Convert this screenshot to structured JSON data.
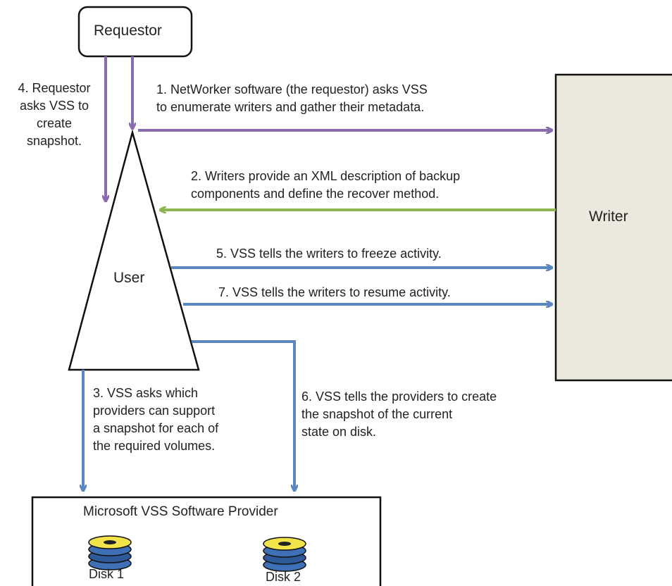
{
  "nodes": {
    "requestor": "Requestor",
    "user": "User",
    "writer": "Writer",
    "provider_box": "Microsoft VSS Software Provider",
    "disk1": "Disk 1",
    "disk2": "Disk 2"
  },
  "steps": {
    "step1": "1. NetWorker software (the requestor) asks VSS\nto enumerate writers and gather their metadata.",
    "step2": "2. Writers provide an XML description of backup\ncomponents and define the recover method.",
    "step3": "3. VSS asks which\nproviders can support\na snapshot for each of\nthe required volumes.",
    "step4": "4. Requestor\nasks VSS to\ncreate\nsnapshot.",
    "step5": "5. VSS tells the writers to freeze activity.",
    "step6": "6. VSS tells the providers to create\nthe snapshot of the current\n state on disk.",
    "step7": "7. VSS tells the writers to resume activity."
  },
  "colors": {
    "purple": "#8a6bb0",
    "green": "#8fb552",
    "blue": "#5b86c0",
    "writer_fill": "#ebe8de",
    "disk_yellow": "#f2e34b",
    "disk_blue": "#3f6fb5"
  }
}
